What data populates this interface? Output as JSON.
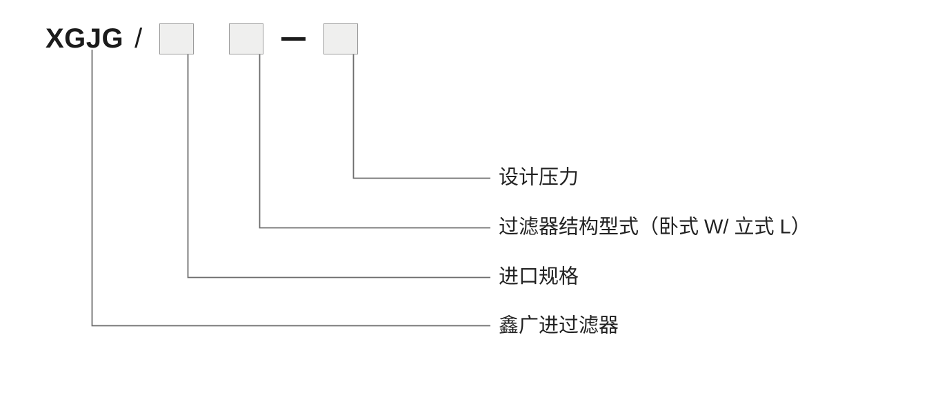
{
  "diagram": {
    "type": "model-code-nomenclature",
    "model_code": {
      "prefix": "XGJG",
      "separator": "/",
      "dash": "—",
      "slots": [
        {
          "name": "inlet-spec-slot",
          "value": ""
        },
        {
          "name": "structure-type-slot",
          "value": ""
        },
        {
          "name": "design-pressure-slot",
          "value": ""
        }
      ]
    },
    "callouts": [
      {
        "id": "design-pressure",
        "label": "设计压力",
        "source": "design-pressure-slot"
      },
      {
        "id": "structure-type",
        "label": "过滤器结构型式（卧式 W/ 立式 L）",
        "source": "structure-type-slot"
      },
      {
        "id": "inlet-spec",
        "label": "进口规格",
        "source": "inlet-spec-slot"
      },
      {
        "id": "brand-product",
        "label": "鑫广进过滤器",
        "source": "prefix"
      }
    ],
    "colors": {
      "background": "#ffffff",
      "text": "#222222",
      "code_text": "#1b1b1b",
      "slot_fill": "#efefee",
      "slot_border": "#9a9a9a",
      "leader_line": "#6e6e6e"
    }
  }
}
